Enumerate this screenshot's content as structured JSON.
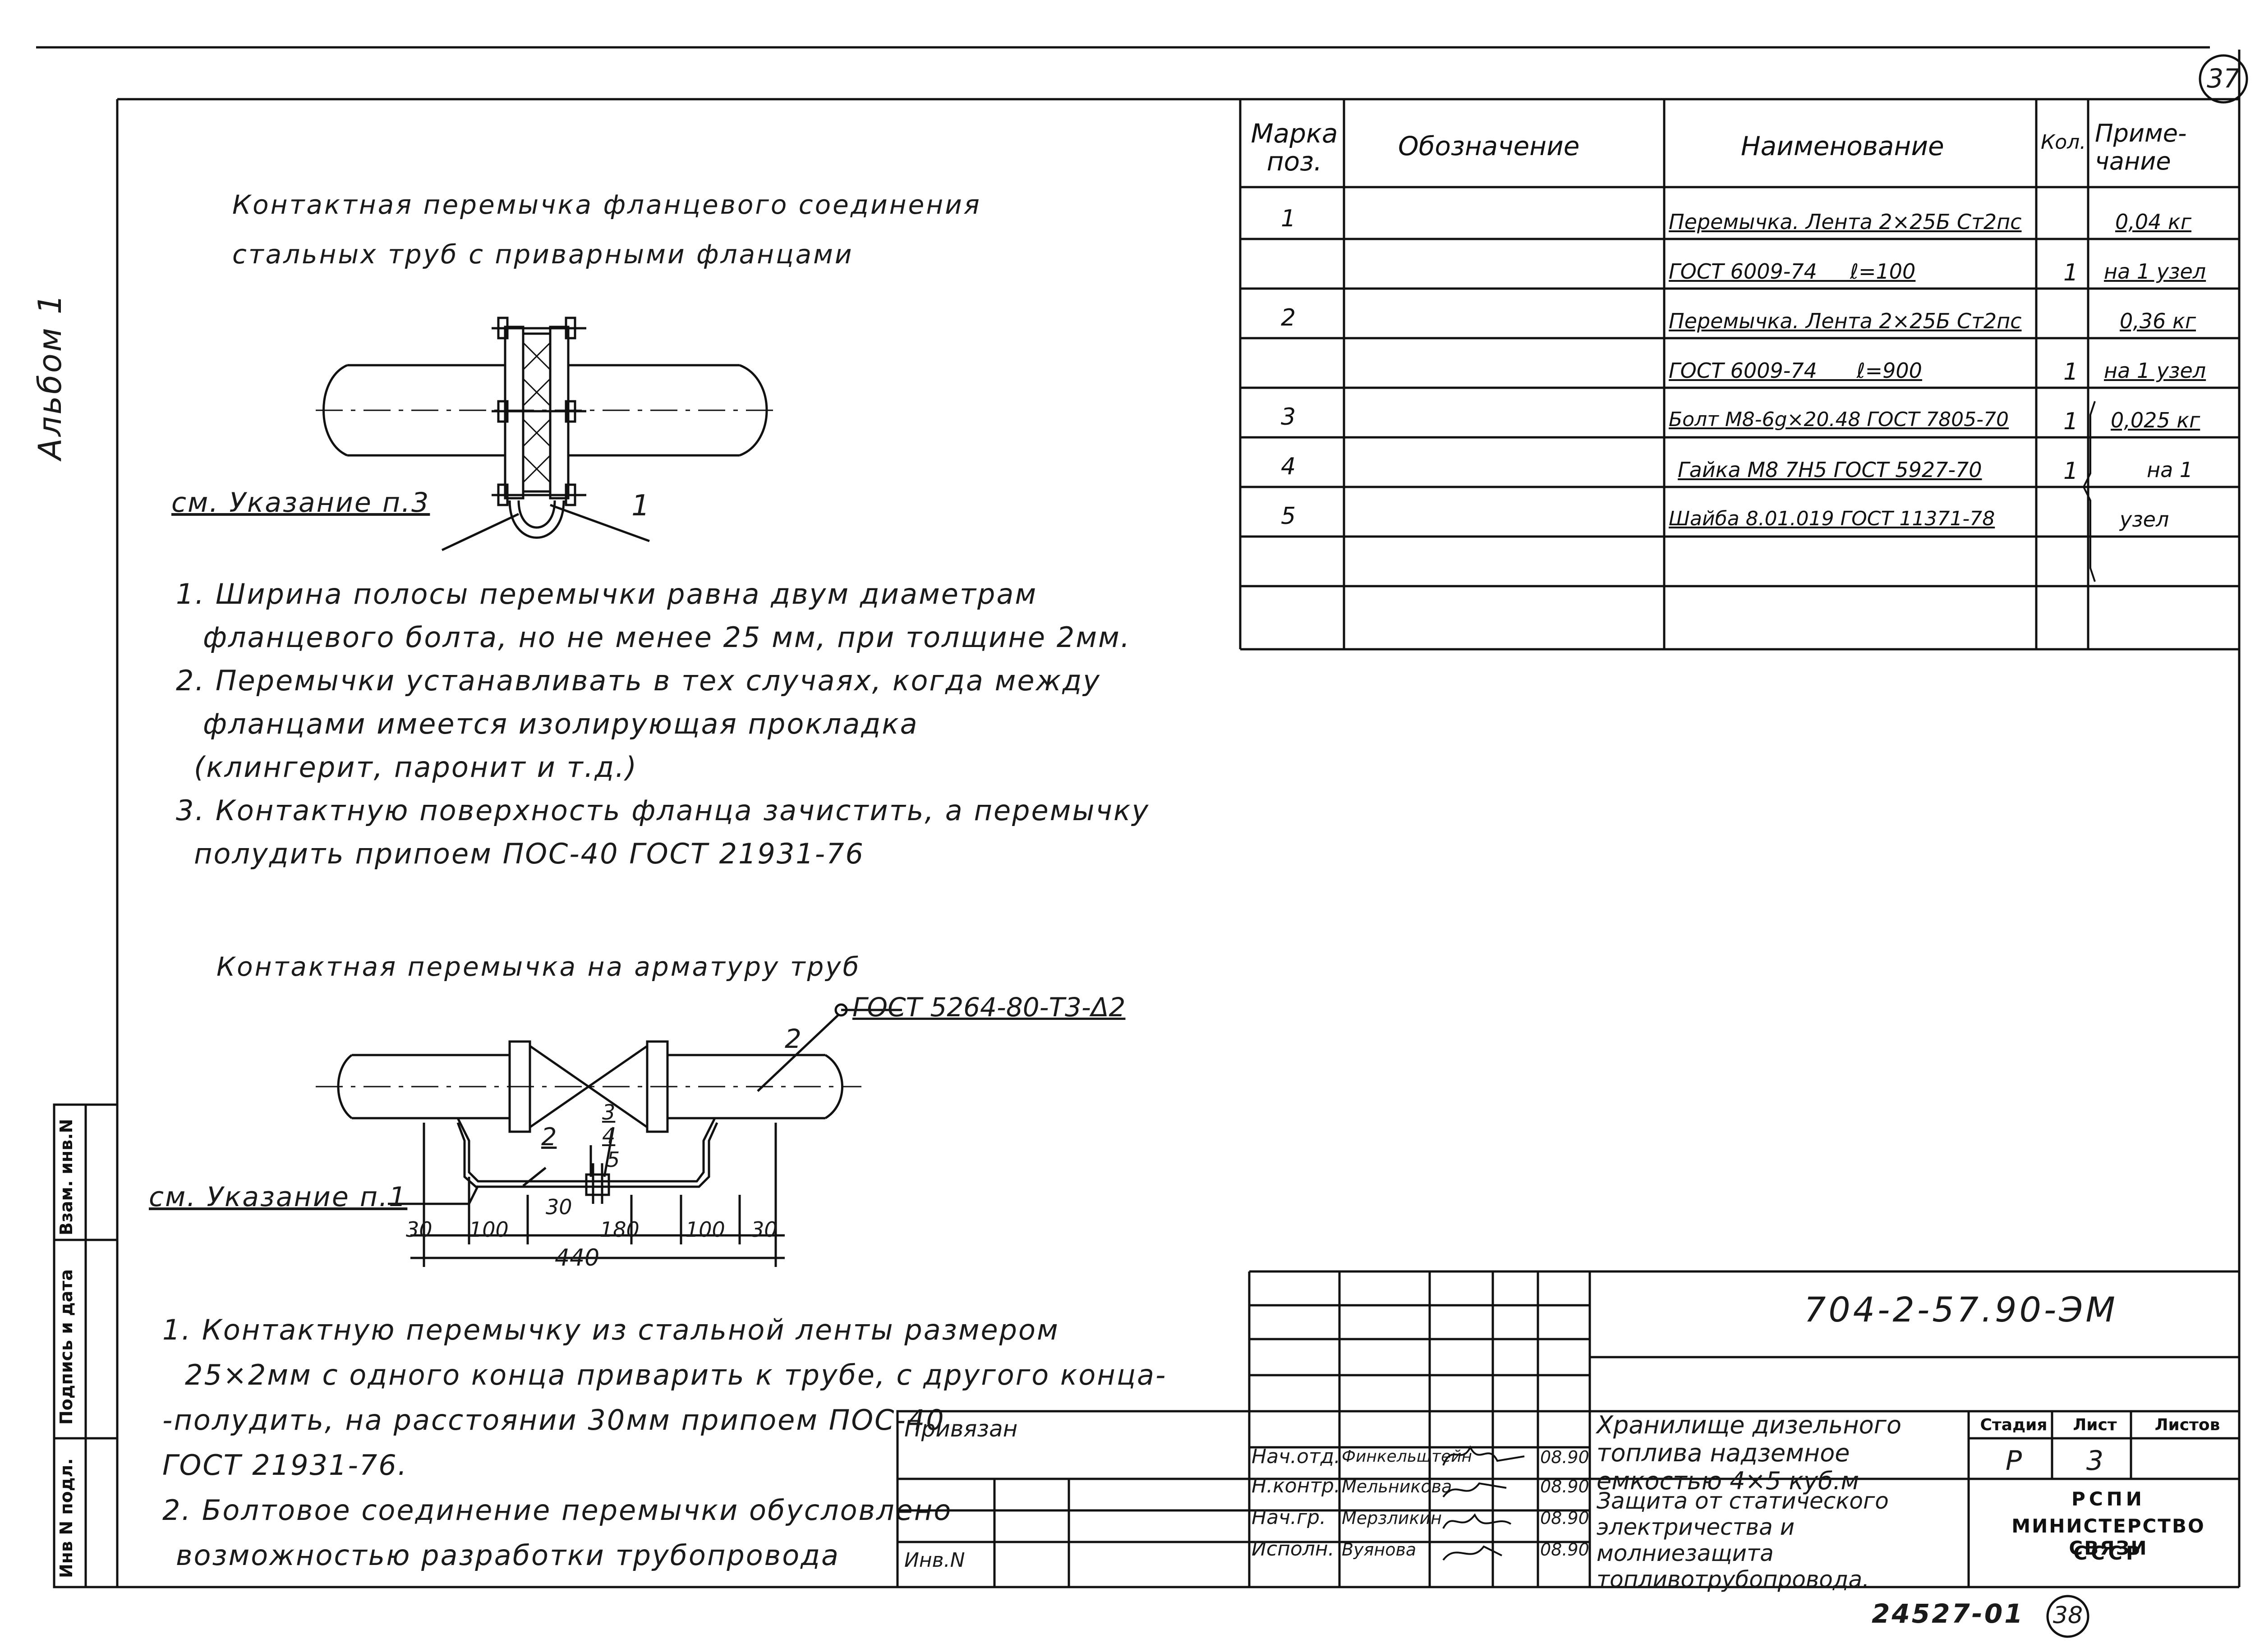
{
  "page": {
    "page_number": "37",
    "album_label": "Альбом 1"
  },
  "section1": {
    "title_line1": "Контактная перемычка фланцевого соединения",
    "title_line2": "стальных труб с приварными фланцами",
    "callout_label": "см. Указание п.3",
    "callout_number": "1",
    "notes": [
      "1. Ширина полосы перемычки равна двум диаметрам",
      "фланцевого болта, но не менее 25 мм, при толщине 2мм.",
      "2. Перемычки устанавливать в тех случаях, когда между",
      "фланцами имеется изолирующая прокладка",
      "(клингерит, паронит и т.д.)",
      "3. Контактную поверхность фланца зачистить, а перемычку",
      "полудить припоем ПОС-40 ГОСТ 21931-76"
    ]
  },
  "section2": {
    "title": "Контактная перемычка на арматуру труб",
    "gost_label": "ГОСТ 5264-80-Т3-Δ2",
    "weld_number": "2",
    "callout_label": "см. Указание п.1",
    "pos_labels": [
      "2",
      "3",
      "4",
      "5"
    ],
    "dims": {
      "d30a": "30",
      "d100a": "100",
      "d30b": "30",
      "d180": "180",
      "d100b": "100",
      "d30c": "30",
      "total": "440"
    },
    "notes": [
      "1. Контактную перемычку из стальной ленты размером",
      "25×2мм с одного конца приварить к трубе, с другого конца-",
      "-полудить, на расстоянии 30мм припоем ПОС-40",
      "ГОСТ 21931-76.",
      "2. Болтовое соединение перемычки обусловлено",
      "возможностью разработки трубопровода"
    ]
  },
  "spec_table": {
    "headers": {
      "marka": "Марка поз.",
      "oboznachenie": "Обозначение",
      "naimenovanie": "Наименование",
      "kol": "Кол.",
      "primechanie": "Приме- чание"
    },
    "rows": [
      {
        "pos": "1",
        "name": "Перемычка. Лента 2×25Б Ст2пс",
        "qty": "",
        "note": "0,04 кг"
      },
      {
        "pos": "",
        "name": "ГОСТ 6009-74     ℓ=100",
        "qty": "1",
        "note": "на 1 узел"
      },
      {
        "pos": "2",
        "name": "Перемычка. Лента 2×25Б Ст2пс",
        "qty": "",
        "note": "0,36 кг"
      },
      {
        "pos": "",
        "name": "ГОСТ 6009-74      ℓ=900",
        "qty": "1",
        "note": "на 1 узел"
      },
      {
        "pos": "3",
        "name": "Болт М8-6g×20.48 ГОСТ 7805-70",
        "qty": "1",
        "note": "0,025 кг"
      },
      {
        "pos": "4",
        "name": "Гайка М8 7Н5 ГОСТ 5927-70",
        "qty": "1",
        "note": "на 1"
      },
      {
        "pos": "5",
        "name": "Шайба 8.01.019 ГОСТ 11371-78",
        "qty": "",
        "note": "узел"
      },
      {
        "pos": "",
        "name": "",
        "qty": "",
        "note": ""
      },
      {
        "pos": "",
        "name": "",
        "qty": "",
        "note": ""
      }
    ]
  },
  "side_stamp": {
    "col1": "Инв N подл.",
    "col2": "Подпись и дата",
    "col3": "Взам. инв.N"
  },
  "title_block": {
    "code": "704-2-57.90-ЭМ",
    "privyazan": "Привязан",
    "inv_n": "Инв.N",
    "signers": [
      {
        "role": "Нач.отд.",
        "name": "Финкельштейн",
        "date": "08.90"
      },
      {
        "role": "Н.контр.",
        "name": "Мельникова",
        "date": "08.90"
      },
      {
        "role": "Нач.гр.",
        "name": "Мерзликин",
        "date": "08.90"
      },
      {
        "role": "Исполн.",
        "name": "Вуянова",
        "date": "08.90"
      }
    ],
    "object_name": "Хранилище дизельного топлива надземное емкостью 4×5 куб.м",
    "sheet_name": "Защита от статического электричества и молниезащита топливотрубопровода.",
    "stadiya_h": "Стадия",
    "list_h": "Лист",
    "listov_h": "Листов",
    "stadiya": "Р",
    "list": "3",
    "org1": "РСПИ",
    "org2": "МИНИСТЕРСТВО СВЯЗИ",
    "org3": "СССР",
    "bottom_num": "24527-01",
    "bottom_circle": "38"
  }
}
